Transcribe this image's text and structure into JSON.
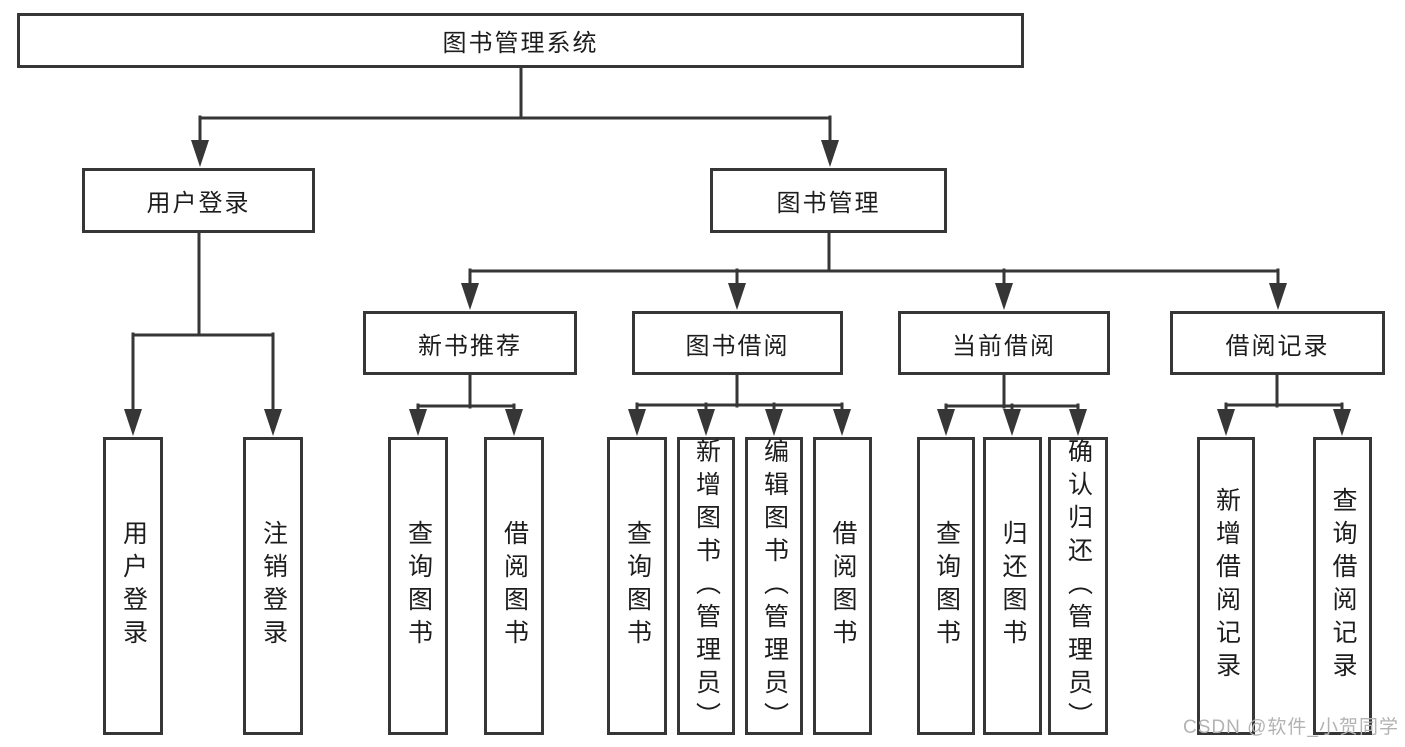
{
  "nodes": {
    "root": {
      "label": "图书管理系统"
    },
    "branches": [
      {
        "label": "用户登录",
        "children": [
          {
            "label": "用户登录"
          },
          {
            "label": "注销登录"
          }
        ]
      },
      {
        "label": "图书管理",
        "sections": [
          {
            "label": "新书推荐",
            "children": [
              {
                "label": "查询图书"
              },
              {
                "label": "借阅图书"
              }
            ]
          },
          {
            "label": "图书借阅",
            "children": [
              {
                "label": "查询图书"
              },
              {
                "label": "新增图书（管理员）"
              },
              {
                "label": "编辑图书（管理员）"
              },
              {
                "label": "借阅图书"
              }
            ]
          },
          {
            "label": "当前借阅",
            "children": [
              {
                "label": "查询图书"
              },
              {
                "label": "归还图书"
              },
              {
                "label": "确认归还（管理员）"
              }
            ]
          },
          {
            "label": "借阅记录",
            "children": [
              {
                "label": "新增借阅记录"
              },
              {
                "label": "查询借阅记录"
              }
            ]
          }
        ]
      }
    ]
  },
  "watermark": {
    "text": "CSDN @软件_小贺同学"
  },
  "colors": {
    "line": "#363636",
    "box_border": "#363636",
    "text": "#1d1d1d",
    "watermark": "#b3b3b3",
    "background": "#ffffff"
  }
}
